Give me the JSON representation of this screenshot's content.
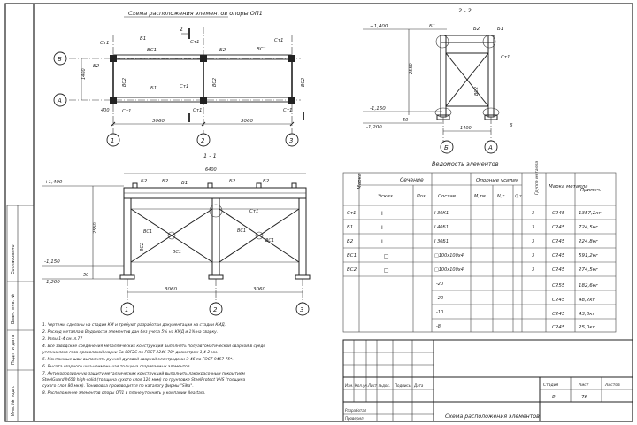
{
  "plan": {
    "title": "Схема расположения элементов опоры ОП1",
    "axes_letters": [
      "Б",
      "А"
    ],
    "axes_numbers": [
      "1",
      "2",
      "3"
    ],
    "dims": {
      "bay1": "3060",
      "bay2": "3060",
      "height": "1400",
      "edge": "400"
    },
    "labels": {
      "st1": "Ст1",
      "b1": "Б1",
      "b2": "Б2",
      "vs1": "ВС1",
      "vs2": "ВС2",
      "sec": "2"
    }
  },
  "section22": {
    "title": "2 - 2",
    "marks": [
      "+1,400",
      "-1,150",
      "-1,200"
    ],
    "dims": {
      "height": "2550",
      "base": "50",
      "width": "1400"
    },
    "axes": [
      "Б",
      "А"
    ],
    "labels": {
      "b1": "Б1",
      "b2": "Б2",
      "st1": "Ст1",
      "vs2": "ВС2",
      "b6": "6"
    }
  },
  "section11": {
    "title": "1 - 1",
    "marks": [
      "+1,400",
      "-1,150",
      "-1,200"
    ],
    "dims": {
      "total": "6400",
      "bay1": "3060",
      "bay2": "3060",
      "height": "2550",
      "base": "50"
    },
    "axes": [
      "1",
      "2",
      "3"
    ],
    "labels": {
      "b2": "Б2",
      "b1": "Б1",
      "st1": "Ст1",
      "vs1": "ВС1",
      "vs2": "ВС2"
    }
  },
  "table": {
    "title": "Ведомость элементов",
    "headers": {
      "mark": "Марка",
      "section": "Сечение",
      "sketch": "Эскиз",
      "pos": "Поз.",
      "composition": "Состав",
      "forces": "Опорные усилия",
      "m": "М,тм",
      "n": "N,т",
      "q": "Q,т",
      "group": "Группа металла",
      "steel": "Марка металла",
      "note": "Примеч."
    },
    "rows": [
      {
        "mark": "Ст1",
        "sketch": "I",
        "composition": "I 30К1",
        "group": "3",
        "steel": "С245",
        "note": "1357,2кг"
      },
      {
        "mark": "Б1",
        "sketch": "I",
        "composition": "I 40Б1",
        "group": "3",
        "steel": "С245",
        "note": "724,5кг"
      },
      {
        "mark": "Б2",
        "sketch": "I",
        "composition": "I 30Б1",
        "group": "3",
        "steel": "С245",
        "note": "224,8кг"
      },
      {
        "mark": "ВС1",
        "sketch": "□",
        "composition": "□100х100х4",
        "group": "3",
        "steel": "С245",
        "note": "591,2кг"
      },
      {
        "mark": "ВС2",
        "sketch": "□",
        "composition": "□100х100х4",
        "group": "3",
        "steel": "С245",
        "note": "274,5кг"
      },
      {
        "mark": "",
        "sketch": "",
        "composition": "-20",
        "group": "",
        "steel": "С255",
        "note": "182,6кг"
      },
      {
        "mark": "",
        "sketch": "",
        "composition": "-20",
        "group": "",
        "steel": "С245",
        "note": "48,2кг"
      },
      {
        "mark": "",
        "sketch": "",
        "composition": "-10",
        "group": "",
        "steel": "С245",
        "note": "43,8кг"
      },
      {
        "mark": "",
        "sketch": "",
        "composition": "-8",
        "group": "",
        "steel": "С245",
        "note": "25,0кг"
      }
    ]
  },
  "notes": [
    "1. Чертежи сделаны на стадии КМ и требуют разработки документации на стадии КМД.",
    "2. Расход металла в Ведомости элементов дан без учета 5% на КМД и 1% на сварку.",
    "3. Узлы 1-4 см. л.77",
    "4. Все заводские соединения металлических конструкций выполнять полуавтоматической сваркой в среде",
    "   углекислого газа проволокой марки Св-08Г2С по ГОСТ 2246-70* диаметром 1,4-2 мм.",
    "5. Монтажные швы выполнять ручной дуговой сваркой электродами Э 46 по ГОСТ 9467-75*.",
    "6. Высота сварного шва-наименьшая толщина свариваемых элементов.",
    "7. Антикоррозионную защиту металлических конструкций выполнить лакокрасочным покрытием",
    "   SteelGuard®650 high-solid (толщина сухого слоя 120 мкм) по грунтовке SteelProtect VHS (толщина",
    "   сухого слоя 80 мкм). Тонировка производится по каталогу фирмы \"SiKa\".",
    "8. Расположение элементов опоры ОП1 в плане уточнить у компании Neartam."
  ],
  "stamp": {
    "cols": [
      "Изм.",
      "Кол.уч.",
      "Лист",
      "№док.",
      "Подпись",
      "Дата"
    ],
    "stage_h": "Стадия",
    "sheet_h": "Лист",
    "sheets_h": "Листов",
    "stage": "Р",
    "sheet": "76",
    "dev": "Разработал",
    "checked": "Проверил",
    "title": "Схема расположения элементов"
  },
  "margin": {
    "labels": [
      "Согласовано",
      "Взам. инв. №",
      "Подп. и дата",
      "Инв. № подл."
    ]
  }
}
